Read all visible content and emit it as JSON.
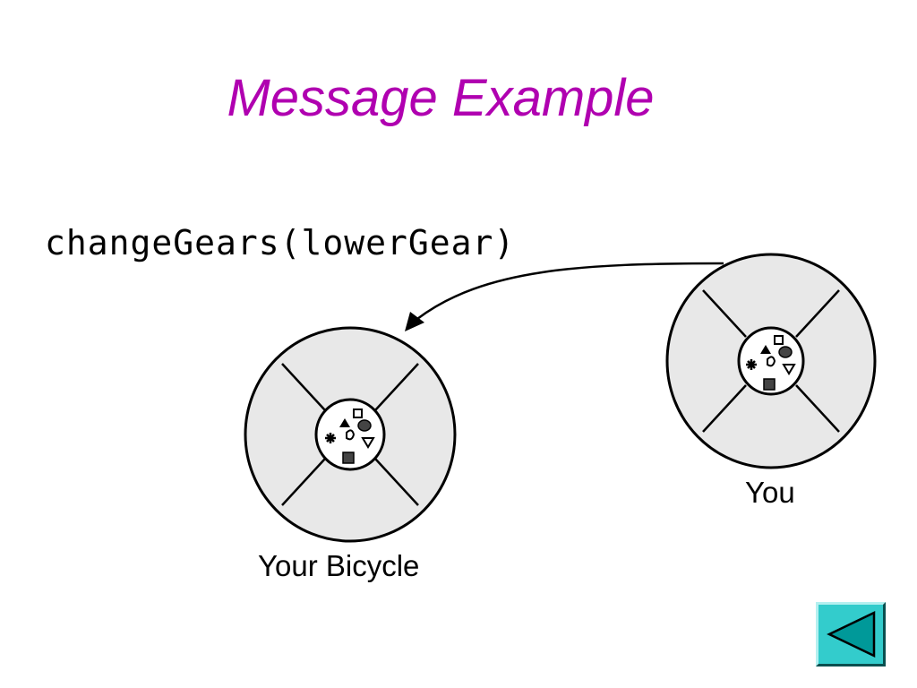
{
  "slide": {
    "title": "Message Example",
    "message_call": "changeGears(lowerGear)",
    "sender_label": "You",
    "receiver_label": "Your Bicycle"
  },
  "navigation": {
    "back_icon": "left-triangle-icon"
  },
  "colors": {
    "title": "#b000b0",
    "object_fill": "#e8e8e8",
    "outline": "#000000",
    "button_fill": "#33cccc",
    "button_icon": "#009999"
  }
}
